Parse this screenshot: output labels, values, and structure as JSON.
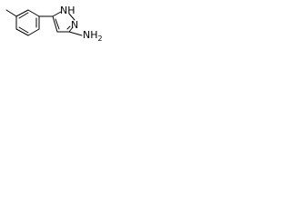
{
  "molecule": {
    "labels": {
      "nh": "NH",
      "n": "N",
      "h_subscript": "2",
      "nh2_base": "NH"
    },
    "colors": {
      "bond": "#000000",
      "text": "#000000",
      "background": "#ffffff"
    }
  }
}
